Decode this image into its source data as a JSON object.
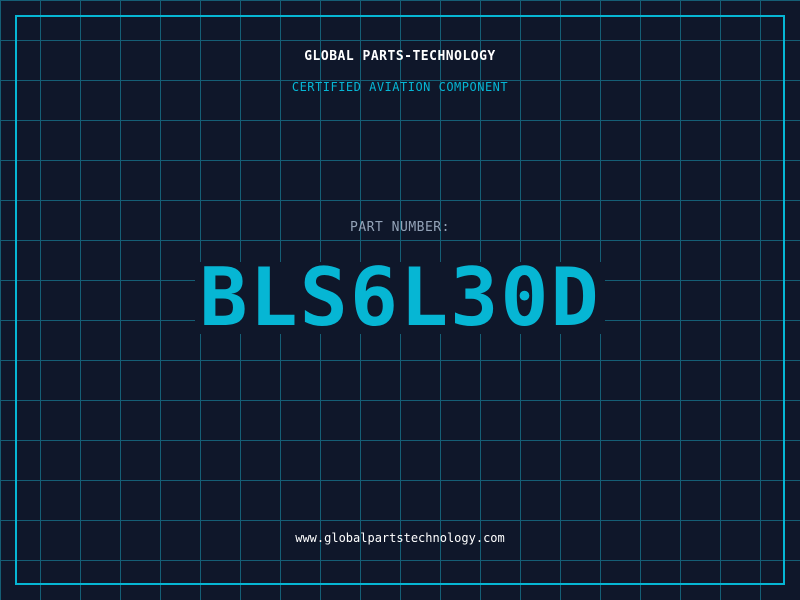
{
  "header": {
    "company": "GLOBAL PARTS-TECHNOLOGY",
    "subtitle": "CERTIFIED AVIATION COMPONENT"
  },
  "part": {
    "label": "PART NUMBER:",
    "number": "BLS6L30D"
  },
  "footer": {
    "url": "www.globalpartstechnology.com"
  },
  "colors": {
    "background": "#0f172a",
    "accent": "#06b6d4",
    "grid": "#155e75",
    "label": "#94a3b8"
  }
}
